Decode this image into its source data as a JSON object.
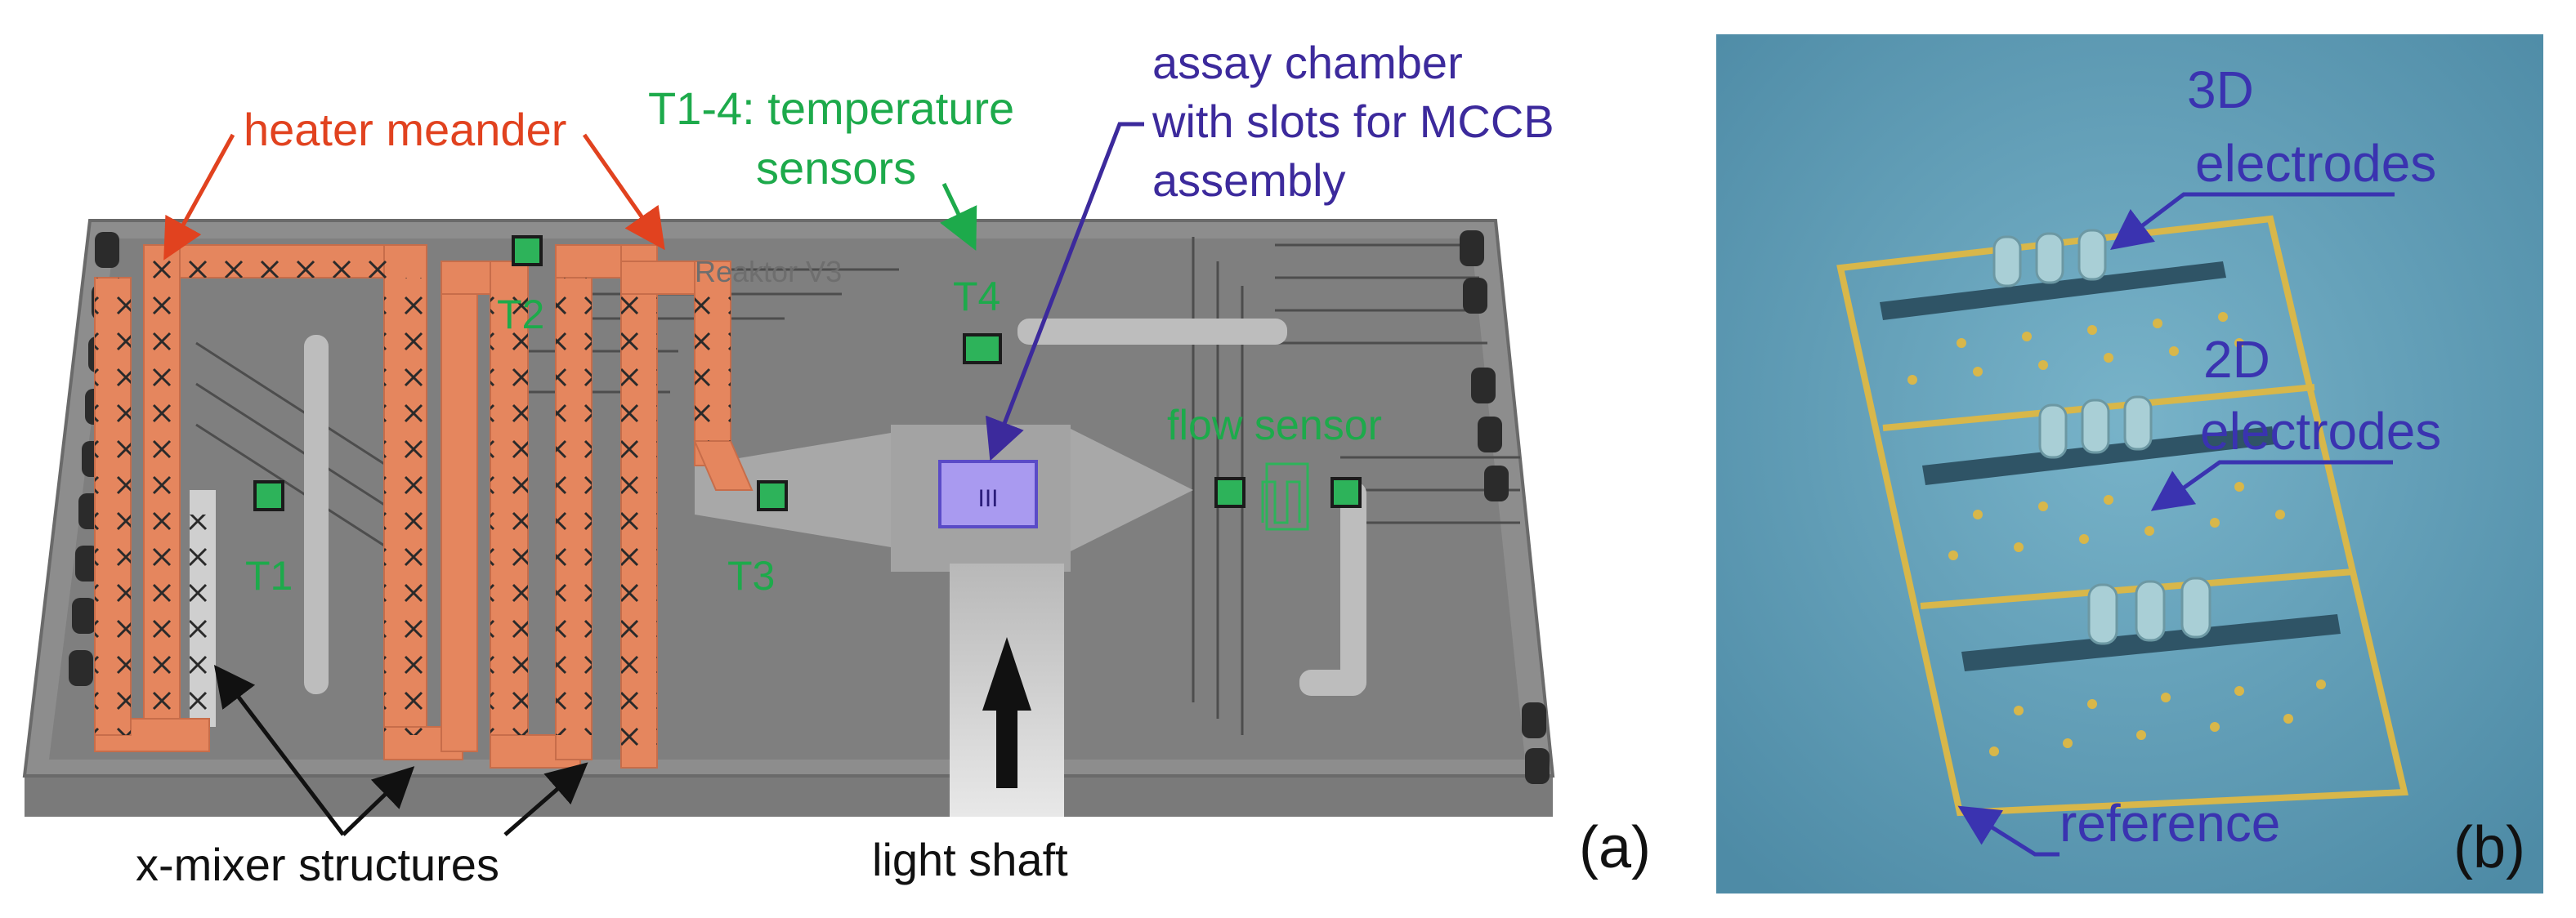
{
  "panel_a": {
    "panel_label": "(a)",
    "annotations": {
      "heater_meander": "heater meander",
      "temp_sensors_line1": "T1-4: temperature",
      "temp_sensors_line2": "sensors",
      "assay_line1": "assay chamber",
      "assay_line2": "with slots for MCCB",
      "assay_line3": "assembly",
      "x_mixer": "x-mixer structures",
      "light_shaft": "light shaft",
      "flow_sensor": "flow sensor"
    },
    "sensors": {
      "t1": "T1",
      "t2": "T2",
      "t3": "T3",
      "t4": "T4"
    },
    "chip_text": "Reaktor V3",
    "chamber_text": "III",
    "colors": {
      "heater": "#e5865e",
      "red_label": "#e1421f",
      "green_label": "#1daa4b",
      "purple_label": "#3c2a9c",
      "sensor": "#2db35a",
      "chamber": "#a99af0"
    }
  },
  "panel_b": {
    "panel_label": "(b)",
    "labels": {
      "electrodes_3d_line1": "3D",
      "electrodes_3d_line2": "electrodes",
      "electrodes_2d_line1": "2D",
      "electrodes_2d_line2": "electrodes",
      "reference": "reference"
    },
    "colors": {
      "background": "#5f9bb5",
      "frame": "#d8b74a",
      "label": "#3a33b0"
    }
  }
}
